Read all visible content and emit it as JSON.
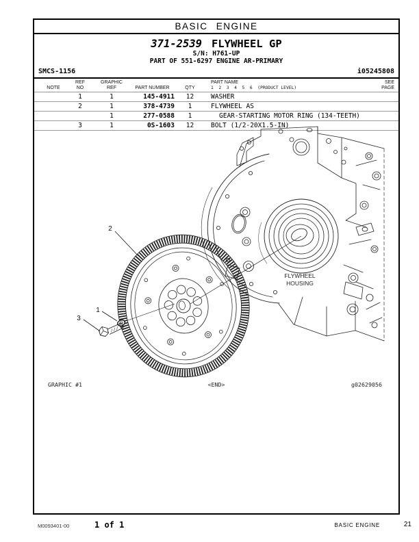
{
  "banner": {
    "title": "BASIC ENGINE"
  },
  "header": {
    "part_group_number": "371-2539",
    "part_group_name": "FLYWHEEL GP",
    "serial_range": "S/N: H761-UP",
    "parent_assembly": "PART OF 551-6297 ENGINE AR-PRIMARY",
    "smcs_code": "SMCS-1156",
    "info_id": "i05245808"
  },
  "table": {
    "headers": {
      "note": "NOTE",
      "ref_line1": "REF",
      "ref_line2": "NO",
      "graphic_line1": "GRAPHIC",
      "graphic_line2": "REF",
      "part_number": "PART NUMBER",
      "qty": "QTY",
      "part_name": "PART NAME",
      "product_level": "1  2  3  4  5  6  (PRODUCT LEVEL)",
      "see_line1": "SEE",
      "see_line2": "PAGE"
    },
    "rows": [
      {
        "note": "",
        "ref_no": "1",
        "graphic_ref": "1",
        "part_number": "145-4911",
        "qty": "12",
        "part_name": "WASHER",
        "see_page": ""
      },
      {
        "note": "",
        "ref_no": "2",
        "graphic_ref": "1",
        "part_number": "378-4739",
        "qty": "1",
        "part_name": "FLYWHEEL AS",
        "see_page": ""
      },
      {
        "note": "",
        "ref_no": "",
        "graphic_ref": "1",
        "part_number": "277-0588",
        "qty": "1",
        "part_name": "GEAR-STARTING MOTOR RING (134-TEETH)",
        "see_page": ""
      },
      {
        "note": "",
        "ref_no": "3",
        "graphic_ref": "1",
        "part_number": "0S-1603",
        "qty": "12",
        "part_name": "BOLT (1/2-20X1.5-IN)",
        "see_page": ""
      }
    ]
  },
  "graphic": {
    "callout_1": "1",
    "callout_2": "2",
    "callout_3": "3",
    "housing_label_line1": "FLYWHEEL",
    "housing_label_line2": "HOUSING",
    "graphic_label": "GRAPHIC #1",
    "end_marker": "<END>",
    "graphic_id": "g02629056"
  },
  "footer": {
    "document_number": "M0093401-00",
    "page_info": "1 of 1",
    "section": "BASIC ENGINE",
    "page_number": "21"
  }
}
